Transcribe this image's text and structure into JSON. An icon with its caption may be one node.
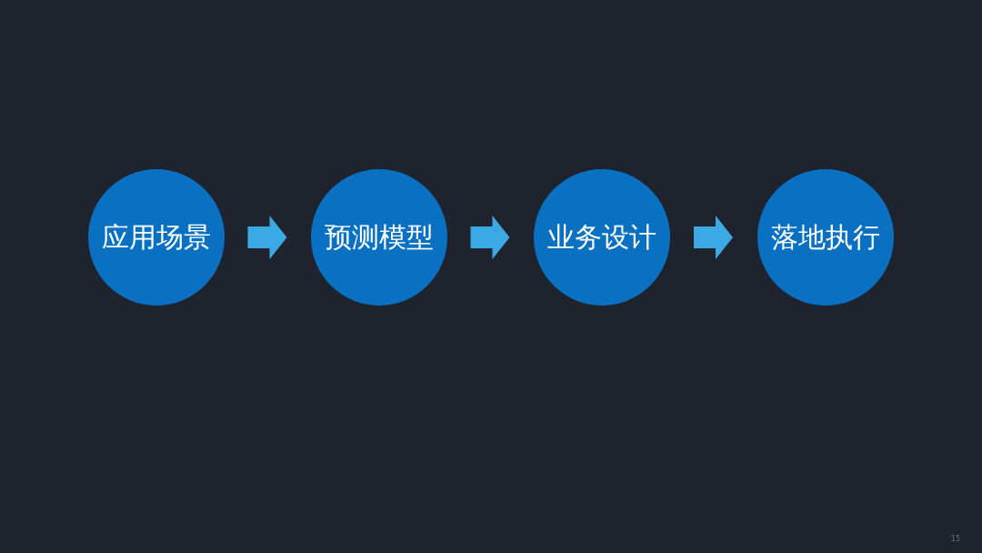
{
  "diagram": {
    "nodes": [
      {
        "text": [
          "应用场景"
        ]
      },
      {
        "text": [
          "预测模型"
        ]
      },
      {
        "text": [
          "业务设计"
        ]
      },
      {
        "text": [
          "落地执行"
        ]
      }
    ],
    "edges": [
      {
        "from": 0,
        "to": 1,
        "arrow": "to"
      },
      {
        "from": 1,
        "to": 2,
        "arrow": "to"
      },
      {
        "from": 2,
        "to": 3,
        "arrow": "to"
      }
    ],
    "labels": [
      "15"
    ]
  }
}
